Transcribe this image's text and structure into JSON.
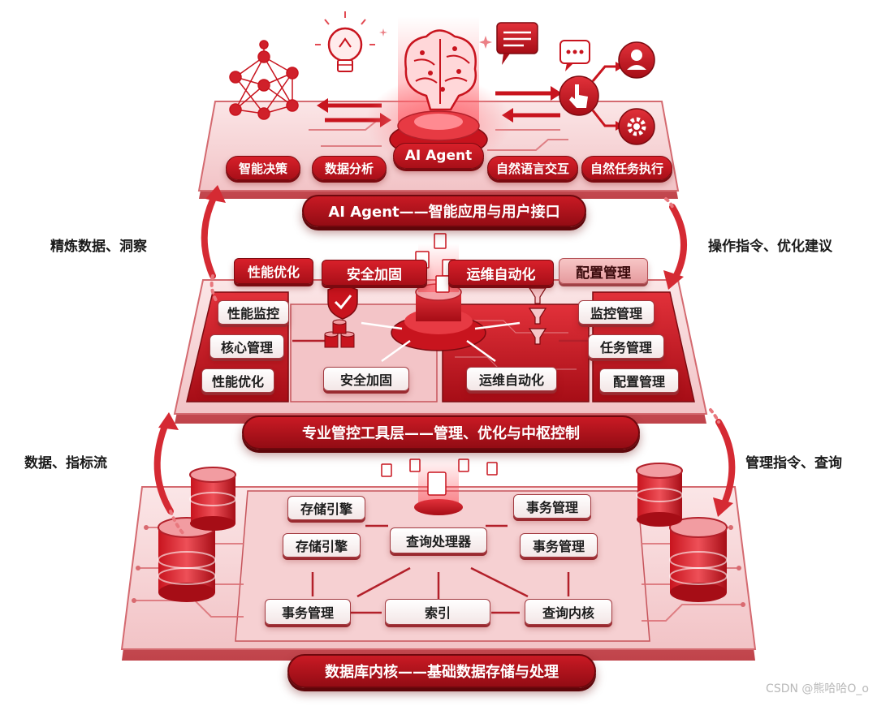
{
  "colors": {
    "primary": "#c8141e",
    "dark": "#8a0a12",
    "light": "#f6c9cb",
    "platform": "#f9dcdd"
  },
  "top_layer": {
    "banner": "AI Agent——智能应用与用户接口",
    "center": "AI Agent",
    "functions": [
      "智能决策",
      "数据分析",
      "自然语言交互",
      "自然任务执行"
    ],
    "icons": [
      "neural-network-icon",
      "lightbulb-icon",
      "brain-icon",
      "chat-icon",
      "touch-icon",
      "user-icon",
      "gear-icon"
    ]
  },
  "middle_layer": {
    "banner": "专业管控工具层——管理、优化与中枢控制",
    "top_tabs": [
      "性能优化",
      "安全加固",
      "运维自动化",
      "配置管理"
    ],
    "left_items": [
      "性能监控",
      "核心管理",
      "性能优化"
    ],
    "center_left": "安全加固",
    "center_right": "运维自动化",
    "right_items": [
      "监控管理",
      "任务管理",
      "配置管理"
    ]
  },
  "bottom_layer": {
    "banner": "数据库内核——基础数据存储与处理",
    "left_items": [
      "存储引擎",
      "存储引擎"
    ],
    "center": "查询处理器",
    "right_items": [
      "事务管理",
      "事务管理"
    ],
    "bottom_row": [
      "事务管理",
      "索引",
      "查询内核"
    ]
  },
  "flows": {
    "up_top": "精炼数据、洞察",
    "up_bottom": "数据、指标流",
    "down_top": "操作指令、优化建议",
    "down_bottom": "管理指令、查询"
  },
  "watermark": "CSDN @熊哈哈O_o"
}
